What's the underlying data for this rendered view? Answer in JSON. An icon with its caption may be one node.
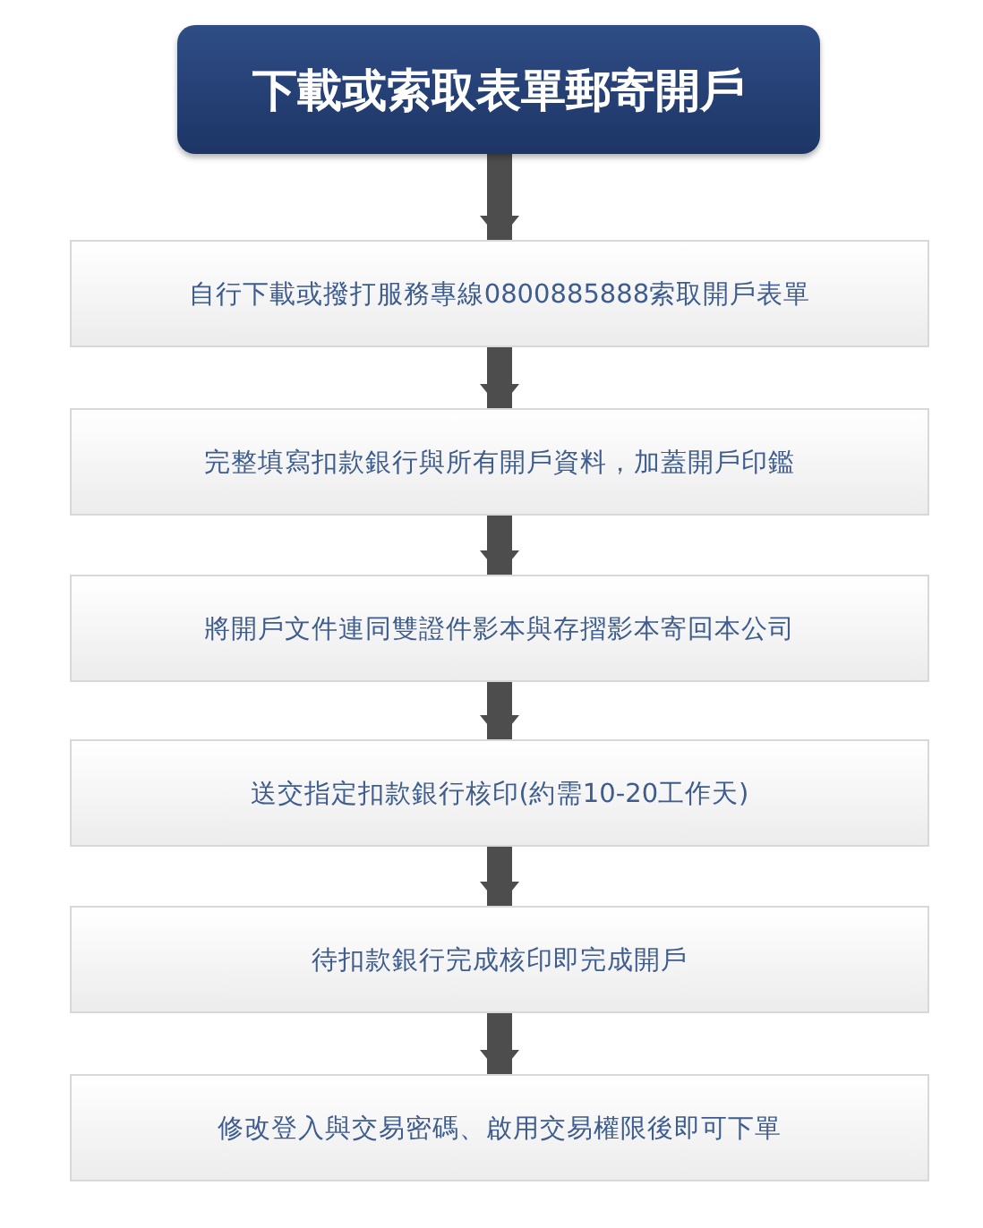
{
  "diagram": {
    "nodes": [
      {
        "text": [
          "下載或索取表單郵寄開戶"
        ]
      },
      {
        "text": [
          "自行下載或撥打服務專線0800885888索取開戶表單"
        ]
      },
      {
        "text": [
          "完整填寫扣款銀行與所有開戶資料，加蓋開戶印鑑"
        ]
      },
      {
        "text": [
          "將開戶文件連同雙證件影本與存摺影本寄回本公司"
        ]
      },
      {
        "text": [
          "送交指定扣款銀行核印(約需10-20工作天)"
        ]
      },
      {
        "text": [
          "待扣款銀行完成核印即完成開戶"
        ]
      },
      {
        "text": [
          "修改登入與交易密碼、啟用交易權限後即可下單"
        ]
      }
    ],
    "edges": [
      {
        "from": 0,
        "to": 1,
        "arrow": "to"
      },
      {
        "from": 1,
        "to": 2,
        "arrow": "to"
      },
      {
        "from": 2,
        "to": 3,
        "arrow": "to"
      },
      {
        "from": 3,
        "to": 4,
        "arrow": "to"
      },
      {
        "from": 4,
        "to": 5,
        "arrow": "to"
      },
      {
        "from": 5,
        "to": 6,
        "arrow": "to"
      }
    ]
  }
}
